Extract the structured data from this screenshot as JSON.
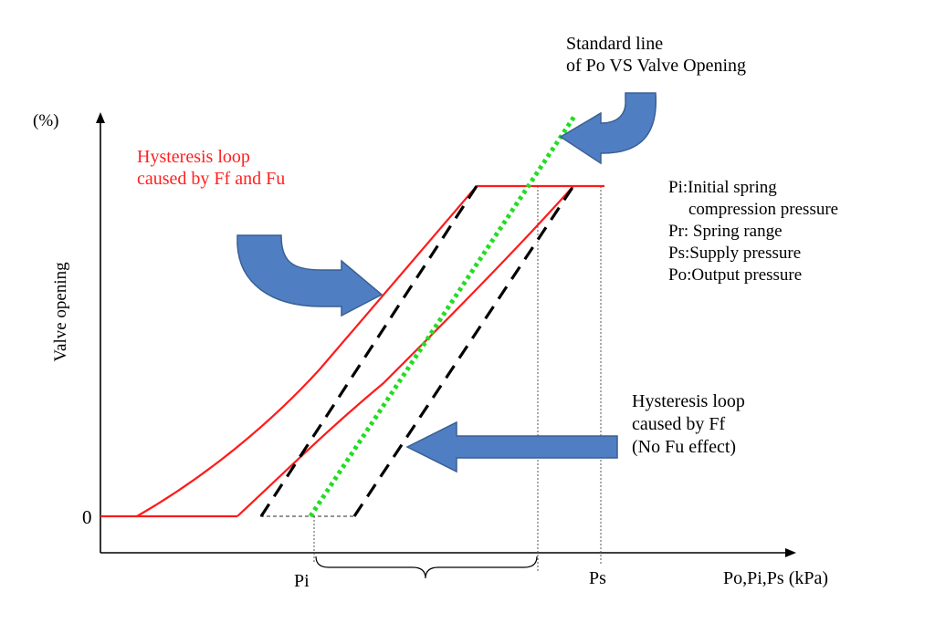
{
  "axes": {
    "y_unit": "(%)",
    "y_label": "Valve opening",
    "y_zero": "0",
    "x_label": "Po,Pi,Ps (kPa)",
    "tick_pi": "Pi",
    "tick_ps": "Ps"
  },
  "annotations": {
    "standard_line": [
      "Standard line",
      "of Po VS Valve Opening"
    ],
    "loop_ff_fu": [
      "Hysteresis loop",
      "caused by Ff and Fu"
    ],
    "loop_ff": [
      "Hysteresis loop",
      "caused by Ff",
      "(No Fu effect)"
    ],
    "legend": [
      "Pi:Initial spring",
      "compression pressure",
      "Pr: Spring range",
      "Ps:Supply pressure",
      "Po:Output pressure"
    ]
  },
  "colors": {
    "loop_red": "#ff1a1a",
    "dashed_black": "#000000",
    "standard_green": "#22dd22",
    "arrow_fill": "#4f7fc2",
    "arrow_stroke": "#3a5f93",
    "label_red": "#ff2020"
  }
}
